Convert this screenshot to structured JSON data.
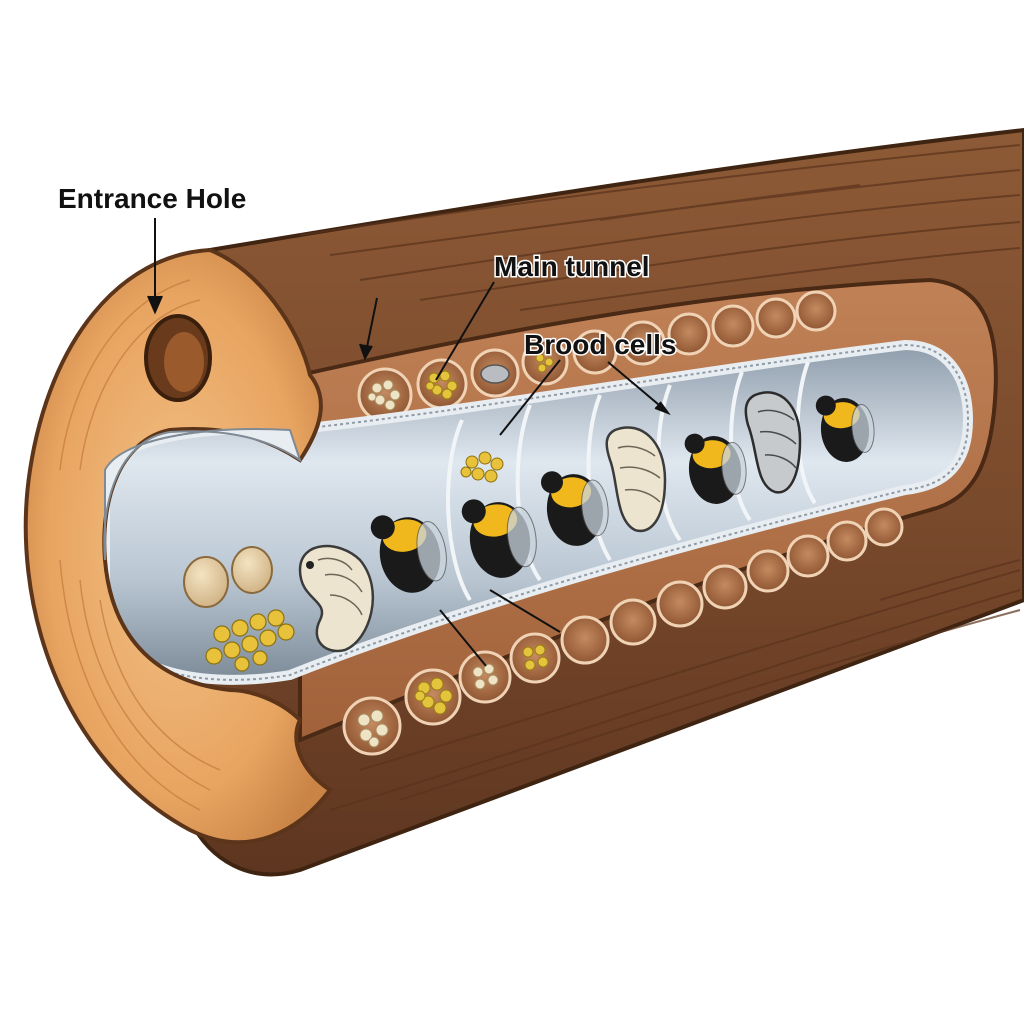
{
  "labels": {
    "entrance": "Entrance Hole",
    "tunnel": "Main tunnel",
    "brood": "Brood cells"
  },
  "colors": {
    "bark": "#7a4a2c",
    "bark_dark": "#4e2c17",
    "end_grain": "#e8a461",
    "end_grain_dark": "#b9713a",
    "tunnel_wall": "#a8b6c3",
    "tunnel_light": "#dde6ee",
    "pollen": "#e7c23a",
    "larva": "#ece4cf",
    "bee_yellow": "#f1b81d",
    "bee_black": "#1a1a1a"
  },
  "icons": [
    "entrance-hole-icon",
    "pollen-ball-icon",
    "egg-icon",
    "larva-icon",
    "pupa-icon",
    "bee-icon",
    "cell-partition-icon"
  ]
}
